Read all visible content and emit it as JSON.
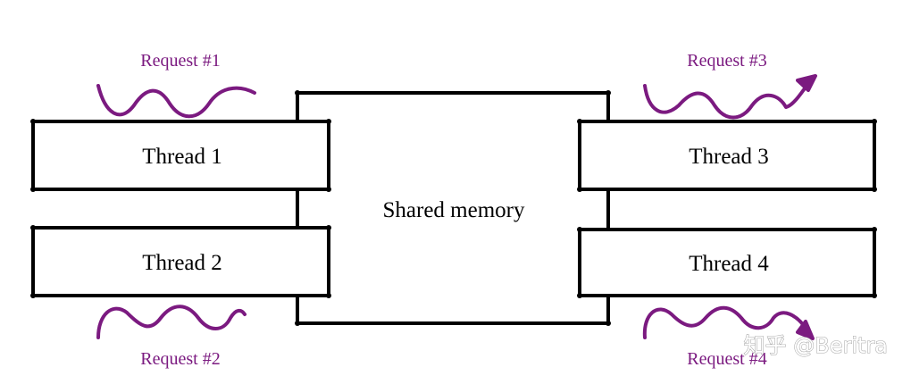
{
  "colors": {
    "outline": "#000000",
    "box_fill": "#ffffff",
    "request_color": "#7b1a80"
  },
  "shared_memory": {
    "label": "Shared memory"
  },
  "threads": [
    {
      "label": "Thread 1"
    },
    {
      "label": "Thread 2"
    },
    {
      "label": "Thread 3"
    },
    {
      "label": "Thread 4"
    }
  ],
  "requests": [
    {
      "label": "Request #1",
      "has_arrow": false
    },
    {
      "label": "Request #2",
      "has_arrow": false
    },
    {
      "label": "Request #3",
      "has_arrow": true
    },
    {
      "label": "Request #4",
      "has_arrow": true
    }
  ],
  "watermark": {
    "text": "知乎 @Beritra"
  }
}
